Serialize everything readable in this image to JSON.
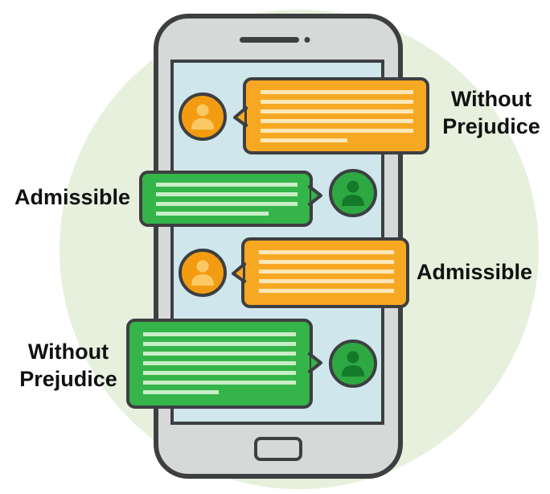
{
  "colors": {
    "backdrop_circle": "#e6f0dc",
    "phone_body": "#d7d8d8",
    "phone_outline": "#3d3f40",
    "screen": "#cfe6ec",
    "orange_bubble": "#f7a823",
    "orange_avatar": "#f39c12",
    "green_bubble": "#35b44a",
    "green_avatar": "#2ea843",
    "text_line_orange": "#fde7b7",
    "text_line_green": "#c9edc7",
    "label_text": "#111111"
  },
  "icons": {
    "avatar_left": "person-icon",
    "avatar_right": "person-icon"
  },
  "messages": [
    {
      "side": "incoming",
      "color": "orange",
      "label_lines": [
        "Without",
        "Prejudice"
      ]
    },
    {
      "side": "outgoing",
      "color": "green",
      "label_lines": [
        "Admissible"
      ]
    },
    {
      "side": "incoming",
      "color": "orange",
      "label_lines": [
        "Admissible"
      ]
    },
    {
      "side": "outgoing",
      "color": "green",
      "label_lines": [
        "Without",
        "Prejudice"
      ]
    }
  ]
}
